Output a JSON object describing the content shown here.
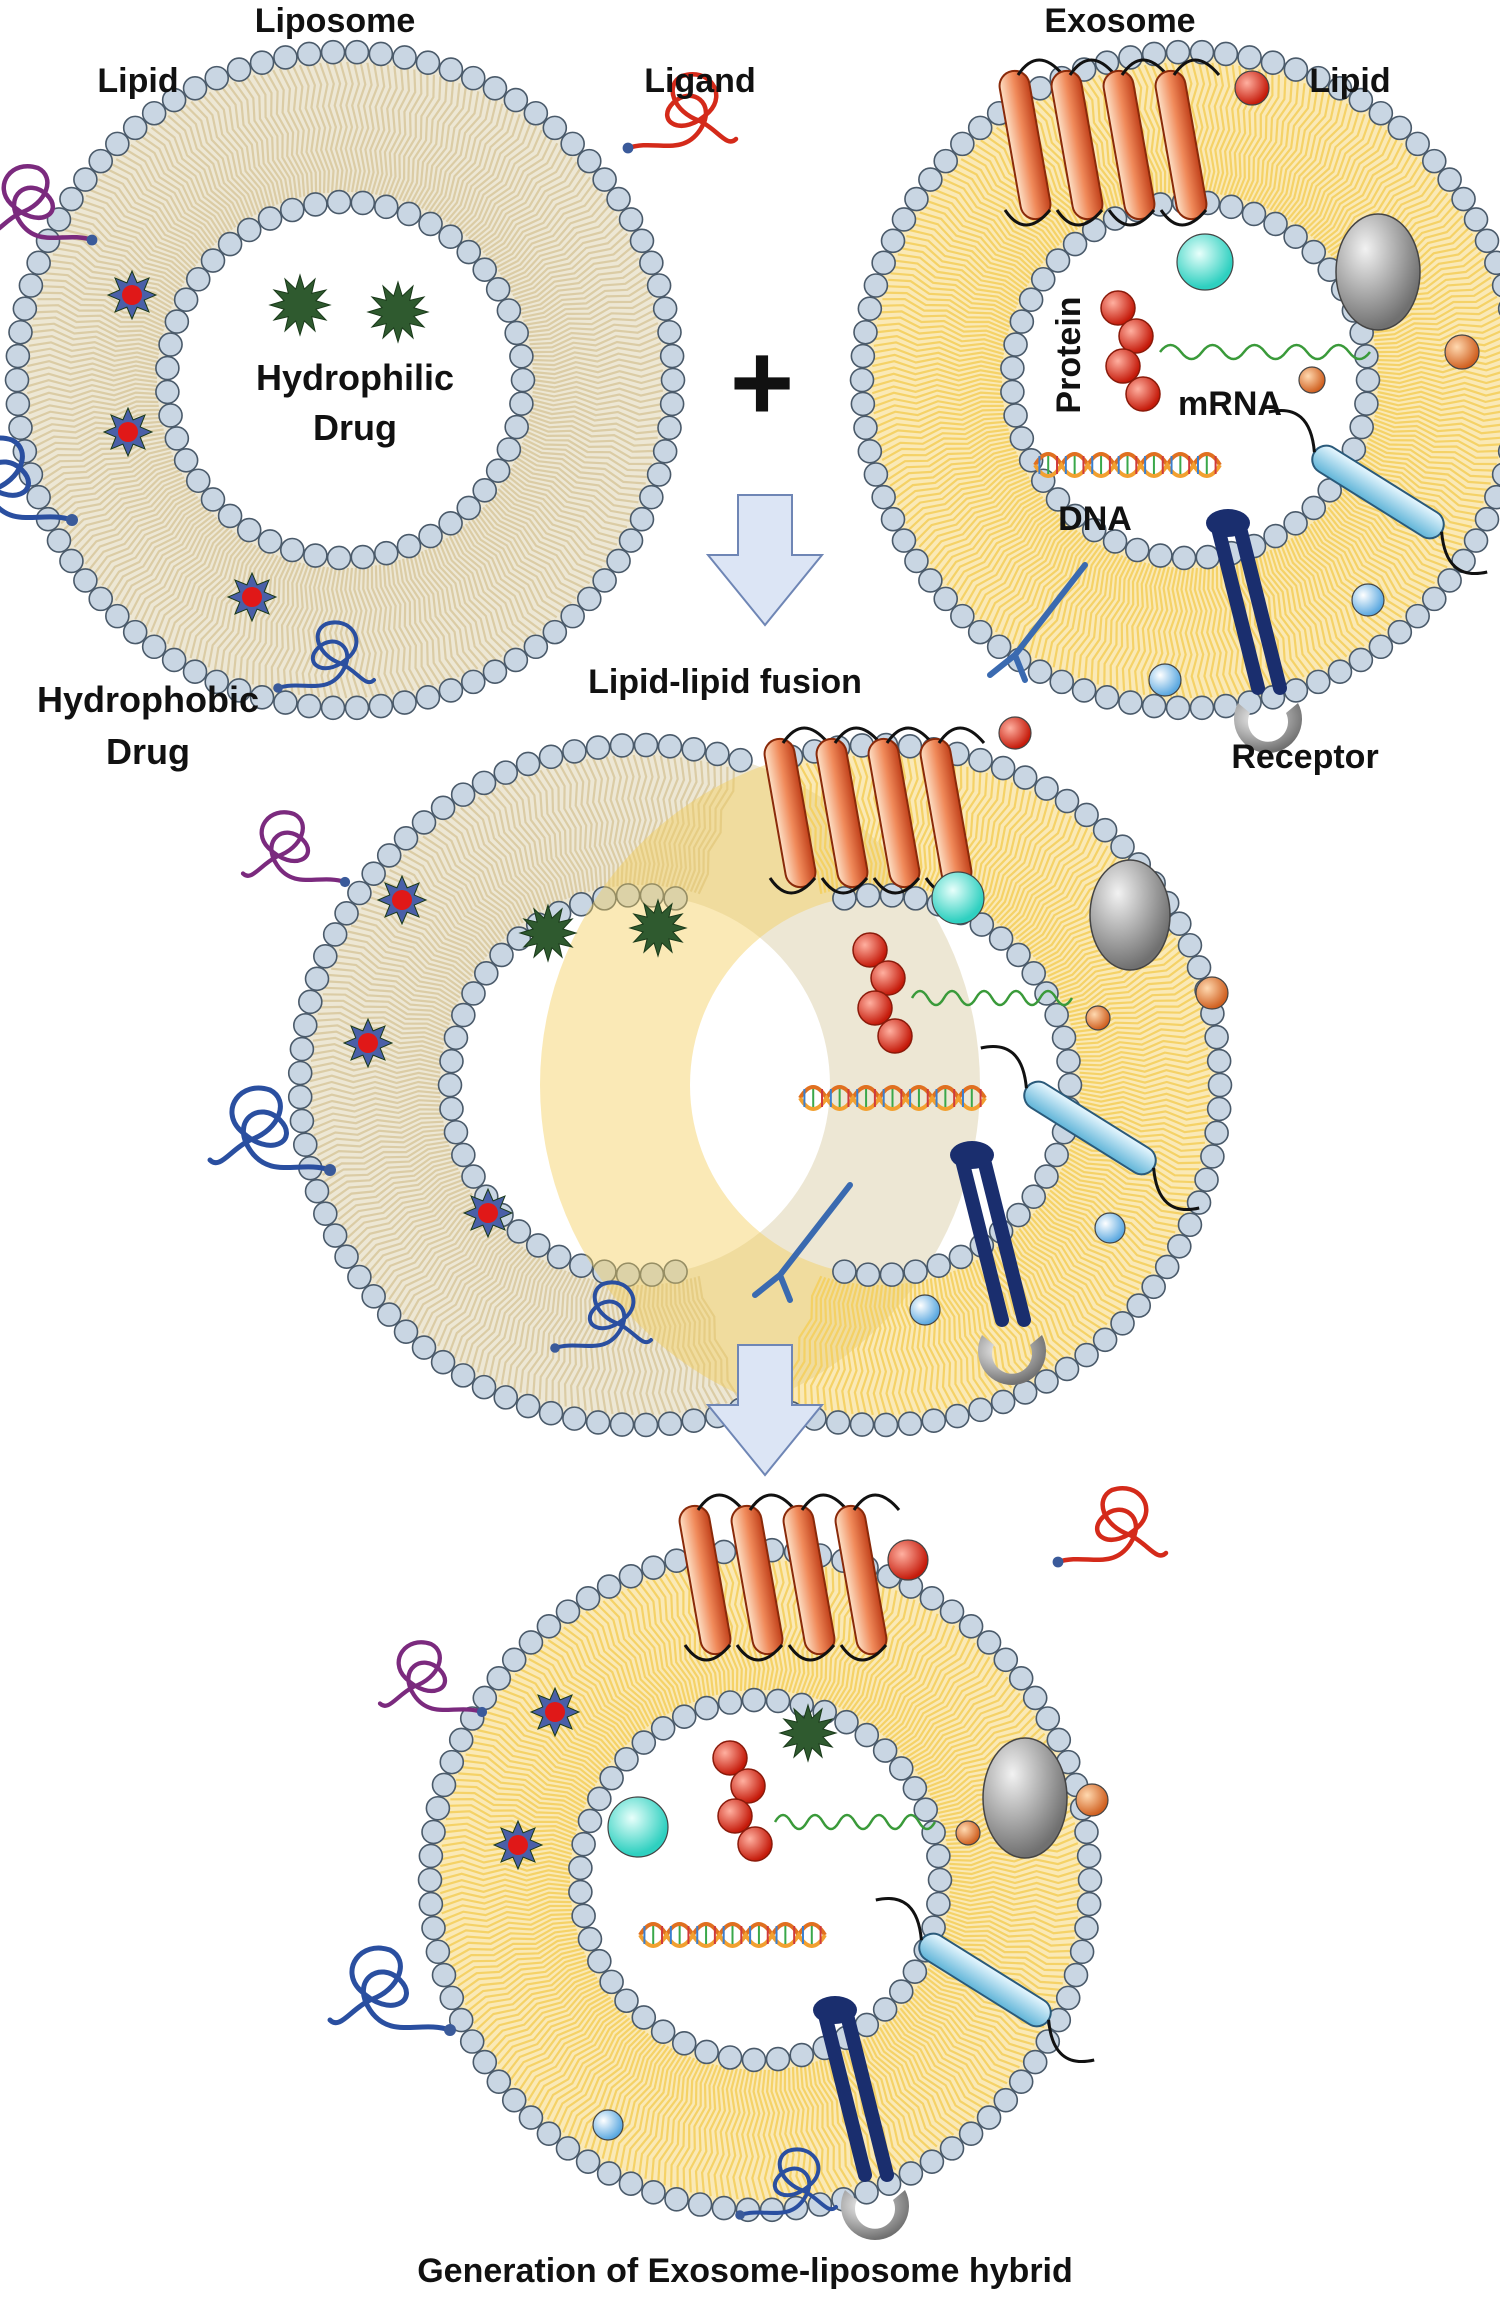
{
  "labels": {
    "liposome": "Liposome",
    "lipid_left": "Lipid",
    "ligand": "Ligand",
    "hydrophilic_line1": "Hydrophilic",
    "hydrophilic_line2": "Drug",
    "hydrophobic_line1": "Hydrophobic",
    "hydrophobic_line2": "Drug",
    "exosome": "Exosome",
    "lipid_right": "Lipid",
    "protein": "Protein",
    "mrna": "mRNA",
    "dna": "DNA",
    "receptor": "Receptor",
    "fusion": "Lipid-lipid fusion",
    "result": "Generation of Exosome-liposome hybrid"
  },
  "colors": {
    "liposome_membrane": "#d8c9a0",
    "exosome_membrane": "#f4cf5e",
    "head_fill": "#c9d6e3",
    "head_stroke": "#4a5a6a",
    "hydrophilic_drug": "#2f5a2f",
    "hydrophobic_drug_core": "#e01818",
    "hydrophobic_drug_star": "#4a5fa8",
    "ligand_red": "#d42a1a",
    "ligand_purple": "#7b2a7e",
    "ligand_blue": "#2a4fa0",
    "protein": "#d9502a",
    "mrna": "#3a9a3a",
    "arrow_fill": "#dce5f5",
    "arrow_stroke": "#6f86b5",
    "receptor": "#1a2e6e"
  },
  "symbols": {
    "plus": "+"
  }
}
